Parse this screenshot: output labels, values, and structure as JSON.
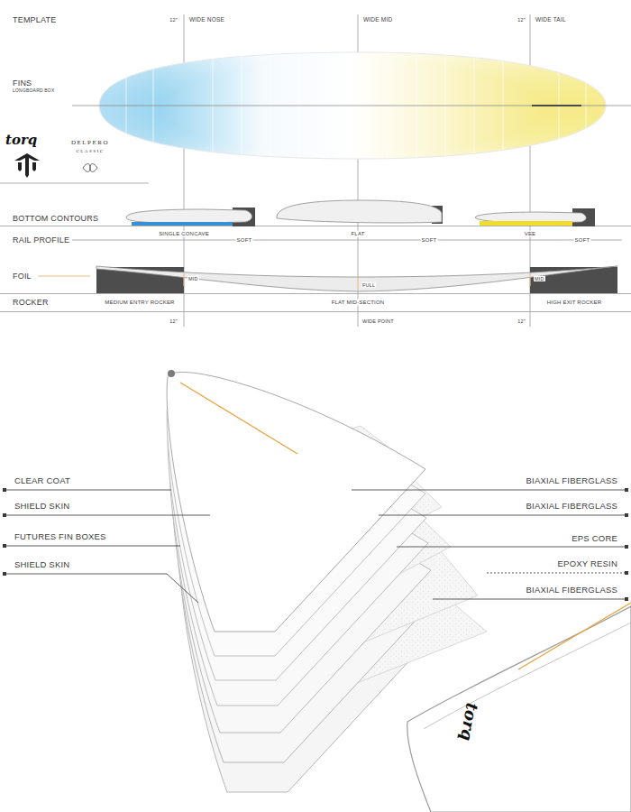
{
  "diagram": {
    "labels": [
      "TEMPLATE",
      "12\"",
      "WIDE NOSE",
      "WIDE MID",
      "12\"",
      "WIDE TAIL",
      "FINS",
      "LONGBOARD BOX",
      "torq",
      "DELPERO",
      "CLASSIC",
      "BOTTOM CONTOURS",
      "SINGLE CONCAVE",
      "FLAT",
      "VEE",
      "RAIL PROFILE",
      "SOFT",
      "SOFT",
      "SOFT",
      "FOIL",
      "MID",
      "FULL",
      "MID",
      "ROCKER",
      "MEDIUM ENTRY ROCKER",
      "FLAT MID-SECTION",
      "HIGH EXIT ROCKER",
      "12\"",
      "WIDE POINT",
      "12\"",
      "CLEAR COAT",
      "SHIELD SKIN",
      "FUTURES FIN BOXES",
      "SHIELD SKIN",
      "BIAXIAL FIBERGLASS",
      "BIAXIAL FIBERGLASS",
      "EPS CORE",
      "EPOXY RESIN",
      "BIAXIAL FIBERGLASS",
      "torq"
    ]
  }
}
